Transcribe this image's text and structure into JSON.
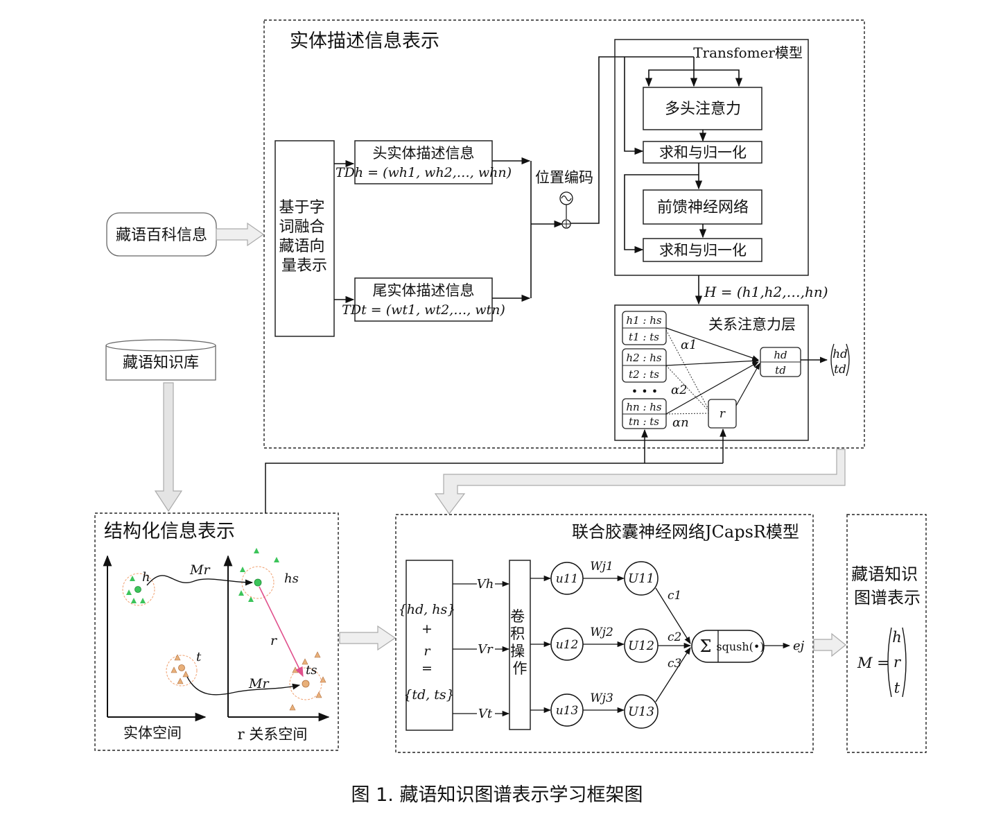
{
  "caption": "图 1. 藏语知识图谱表示学习框架图",
  "colors": {
    "green_marker": "#3cc45a",
    "orange_marker": "#e8b07a",
    "pink_arrow": "#e0508c",
    "gray_arrow": "#bdbdbd"
  },
  "panels": {
    "entity_description": {
      "title": "实体描述信息表示",
      "fusion_box": [
        "基于字",
        "词融合",
        "藏语向",
        "量表示"
      ],
      "head_box": {
        "title": "头实体描述信息",
        "formula": "TDh = (wh1, wh2,…, whn)"
      },
      "tail_box": {
        "title": "尾实体描述信息",
        "formula": "TDt = (wt1, wt2,…, wtn)"
      },
      "position_encoding": "位置编码",
      "transformer": {
        "title": "Transfomer模型",
        "blocks": [
          "多头注意力",
          "求和与归一化",
          "前馈神经网络",
          "求和与归一化"
        ]
      },
      "H_formula": "H = (h1,h2,…,hn)",
      "relation_attention": {
        "title": "关系注意力层",
        "pairs": [
          {
            "top": "h1 : hs",
            "bottom": "t1 : ts"
          },
          {
            "top": "h2 : hs",
            "bottom": "t2 : ts"
          },
          {
            "top": "hn : hs",
            "bottom": "tn : ts"
          }
        ],
        "dots": "• • •",
        "alphas": [
          "α1",
          "α2",
          "αn"
        ],
        "r_box": "r",
        "output_box": {
          "top": "hd",
          "bottom": "td"
        },
        "vector": {
          "top": "hd",
          "bottom": "td"
        }
      }
    },
    "sources": {
      "encyclopedia": "藏语百科信息",
      "knowledge_base": "藏语知识库"
    },
    "structural": {
      "title": "结构化信息表示",
      "labels": {
        "h": "h",
        "t": "t",
        "Mr1": "Mr",
        "Mr2": "Mr",
        "hs": "hs",
        "ts": "ts",
        "r": "r"
      },
      "x_label_left": "实体空间",
      "x_label_right": "r 关系空间"
    },
    "jcapsr": {
      "title": "联合胶囊神经网络JCapsR模型",
      "input_box": [
        "{hd, hs}",
        "+",
        "r",
        "=",
        "{td, ts}"
      ],
      "inputs": [
        "Vh",
        "Vr",
        "Vt"
      ],
      "conv_box": [
        "卷",
        "积",
        "操",
        "作"
      ],
      "u": [
        "u11",
        "u12",
        "u13"
      ],
      "w": [
        "Wj1",
        "Wj2",
        "Wj3"
      ],
      "U": [
        "U11",
        "U12",
        "U13"
      ],
      "c": [
        "c1",
        "c2",
        "c3"
      ],
      "sum_symbol": "Σ",
      "squash": "sqush(•)",
      "output": "ej"
    },
    "kg_repr": {
      "title_lines": [
        "藏语知识",
        "图谱表示"
      ],
      "M_label": "M =",
      "vector": [
        "h",
        "r",
        "t"
      ]
    }
  }
}
